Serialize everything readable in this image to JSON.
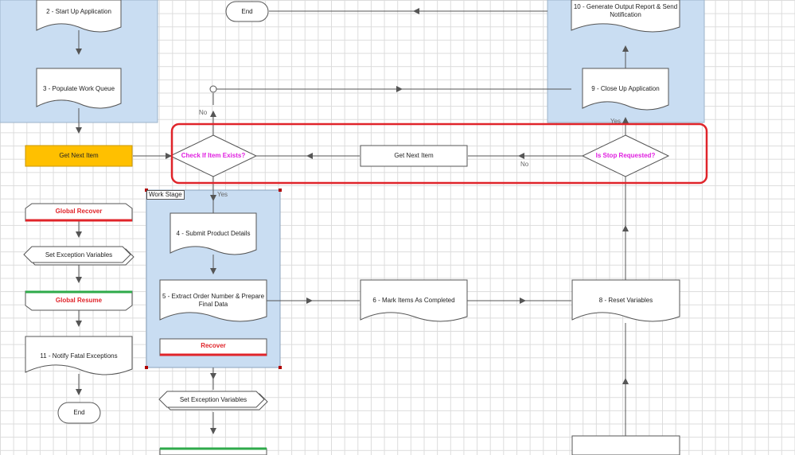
{
  "nodes": {
    "start_up_app": "2 - Start Up Application",
    "populate_queue": "3 - Populate Work Queue",
    "get_next_item_left": "Get Next Item",
    "global_recover": "Global Recover",
    "set_exception_vars_left": "Set Exception Variables",
    "global_resume": "Global Resume",
    "notify_fatal": "11 - Notify Fatal Exceptions",
    "end_bottom": "End",
    "end_top": "End",
    "generate_report": "10 - Generate Output Report & Send Notification",
    "close_up_app": "9 - Close Up Application",
    "check_item_exists": "Check If Item Exists?",
    "get_next_item_center": "Get Next Item",
    "is_stop_requested": "Is Stop Requested?",
    "work_stage": "Work Stage",
    "submit_product": "4 - Submit Product Details",
    "extract_order": "5 - Extract Order Number & Prepare Final Data",
    "recover": "Recover",
    "set_exception_vars_mid": "Set Exception Variables",
    "mark_completed": "6 - Mark Items As Completed",
    "reset_vars": "8 - Reset Variables"
  },
  "edge_labels": {
    "no_top": "No",
    "yes_down": "Yes",
    "no_center": "No",
    "yes_right": "Yes"
  },
  "colors": {
    "block_fill": "#c9ddf2",
    "block_border": "#9db3c9",
    "highlight": "#e0242a",
    "process_yellow": "#ffc000",
    "decision_text": "#e020e0",
    "red_text": "#e0242a",
    "green_bar": "#2eaa4a"
  }
}
